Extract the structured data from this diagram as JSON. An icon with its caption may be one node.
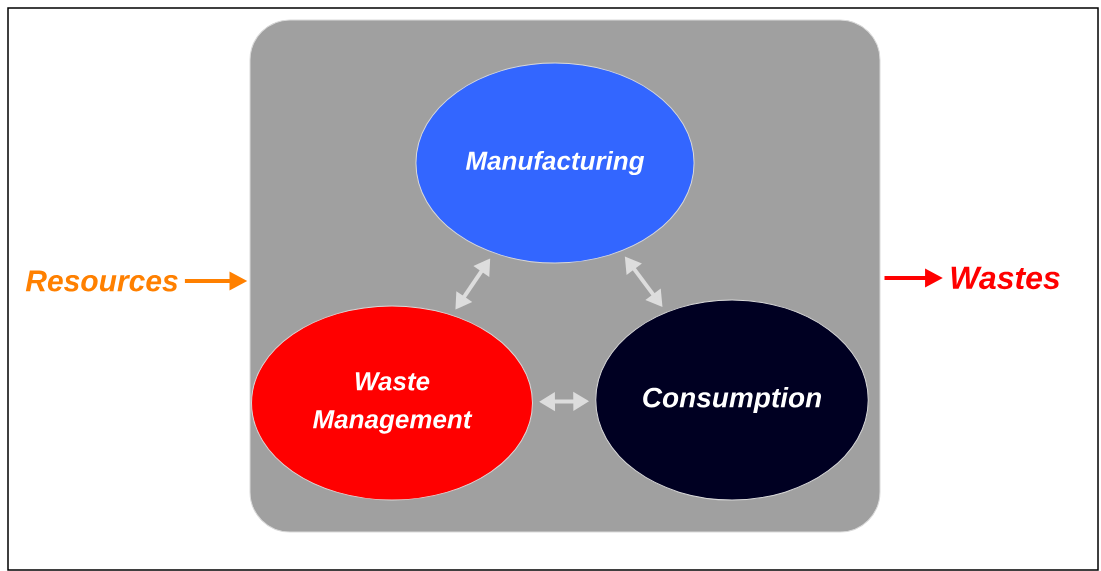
{
  "diagram": {
    "nodes": [
      {
        "text": [
          "Resources"
        ]
      },
      {
        "text": [],
        "shape": "box"
      },
      {
        "text": [
          "Manufacturing"
        ],
        "in": 1
      },
      {
        "text": [
          "Waste Management"
        ],
        "in": 1
      },
      {
        "text": [
          "Consumption"
        ],
        "in": 1
      },
      {
        "text": [
          "Wastes"
        ]
      }
    ],
    "edges": [
      {
        "from": 0,
        "to": 1,
        "arrow": "to",
        "color": "#ff8000"
      },
      {
        "from": 2,
        "to": 3,
        "arrow": "both"
      },
      {
        "from": 2,
        "to": 4,
        "arrow": "both"
      },
      {
        "from": 3,
        "to": 4,
        "arrow": "both"
      },
      {
        "from": 1,
        "to": 5,
        "arrow": "to",
        "color": "#ff0000"
      }
    ]
  }
}
